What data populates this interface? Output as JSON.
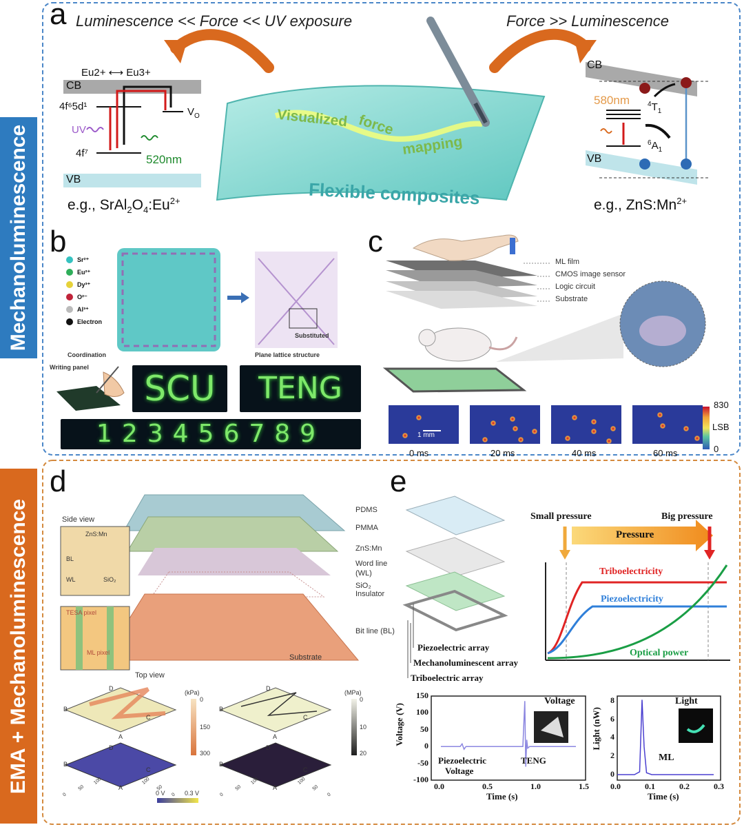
{
  "sidebars": {
    "top": "Mechanoluminescence",
    "bottom": "EMA + Mechanoluminescence"
  },
  "colors": {
    "top_sidebar": "#2e7bbf",
    "bottom_sidebar": "#d9691e",
    "top_border": "#4a86c8",
    "bottom_border": "#d48a3e",
    "arrow_orange": "#d9691e",
    "film_teal": "#8fdcd6"
  },
  "panel_a": {
    "letter": "a",
    "left_title": "Luminescence << Force << UV exposure",
    "right_title": "Force >> Luminescence",
    "film_text_1": "Visualized",
    "film_text_2": "force",
    "film_text_3": "mapping",
    "film_label": "Flexible composites",
    "left": {
      "eu_label": "Eu2+ ⟷ Eu3+",
      "cb": "CB",
      "vb": "VB",
      "state_5d": "4f⁶5d¹",
      "state_4f": "4f⁷",
      "vo": "V",
      "vo_sub": "O",
      "uv": "UV",
      "wavelength": "520nm",
      "example_prefix": "e.g., SrAl",
      "example_rest": "O",
      "example_end": ":Eu",
      "example_sup": "2+",
      "sub2": "2",
      "sub4": "4"
    },
    "right": {
      "cb": "CB",
      "vb": "VB",
      "wavelength": "580nm",
      "t1": "T",
      "t1_sup": "4",
      "t1_sub": "1",
      "a1": "A",
      "a1_sup": "6",
      "a1_sub": "1",
      "example": "e.g., ZnS:Mn",
      "example_sup": "2+"
    }
  },
  "panel_b": {
    "letter": "b",
    "legend": [
      "Sr²⁺",
      "Eu²⁺",
      "Dy³⁺",
      "O²⁻",
      "Al³⁺",
      "Electron"
    ],
    "legend_colors": [
      "#36c2c0",
      "#2fae5a",
      "#e6d23a",
      "#c0243a",
      "#bbbbbb",
      "#111111"
    ],
    "coordination": "Coordination",
    "substituted": "Substituted",
    "plane_lattice": "Plane lattice structure",
    "writing_panel": "Writing panel",
    "word1": "SCU",
    "word2": "TENG",
    "digits": "123456789"
  },
  "panel_c": {
    "letter": "c",
    "layers": [
      "ML film",
      "CMOS image sensor",
      "Logic circuit",
      "Substrate"
    ],
    "colorbar_max": "830",
    "colorbar_unit": "LSB",
    "colorbar_min": "0",
    "scalebar": "1 mm",
    "frames": [
      "0 ms",
      "20 ms",
      "40 ms",
      "60 ms"
    ]
  },
  "panel_d": {
    "letter": "d",
    "layers": [
      "PDMS",
      "PMMA",
      "ZnS:Mn",
      "Word line",
      "(WL)",
      "SiO₂",
      "Insulator",
      "Bit line (BL)",
      "Substrate"
    ],
    "side_view": "Side view",
    "side_labels": [
      "ZnS:Mn",
      "BL",
      "WL",
      "SiO₂"
    ],
    "top_view": "Top view",
    "tesa_pixel": "TESA pixel",
    "ml_pixel": "ML pixel",
    "left_unit": "(kPa)",
    "left_ticks": [
      "0",
      "150",
      "300"
    ],
    "right_unit": "(MPa)",
    "right_ticks": [
      "0",
      "10",
      "20"
    ],
    "voltage_min": "0 V",
    "voltage_max": "0.3 V",
    "corner_labels": [
      "A",
      "B",
      "C",
      "D"
    ],
    "axis_ticks": [
      "0",
      "50",
      "100"
    ]
  },
  "panel_e": {
    "letter": "e",
    "arrays": [
      "Piezoelectric array",
      "Mechanoluminescent array",
      "Triboelectric array"
    ],
    "small_pressure": "Small pressure",
    "big_pressure": "Big pressure",
    "pressure": "Pressure",
    "curves": [
      "Triboelectricity",
      "Piezoelectricity",
      "Optical power"
    ]
  },
  "chart_data": [
    {
      "type": "line",
      "title": "",
      "xlabel": "Time (s)",
      "ylabel": "Voltage (V)",
      "xlim": [
        -0.1,
        1.5
      ],
      "ylim": [
        -100,
        150
      ],
      "xticks": [
        "0.0",
        "0.5",
        "1.0",
        "1.5"
      ],
      "yticks": [
        "150",
        "100",
        "50",
        "0",
        "-50",
        "-100"
      ],
      "legend": "Voltage",
      "annotations": [
        "Piezoelectric",
        "Voltage",
        "TENG"
      ],
      "series": [
        {
          "name": "Voltage",
          "x": [
            0.0,
            0.2,
            0.22,
            0.24,
            0.26,
            0.3,
            0.85,
            0.87,
            0.88,
            0.89,
            0.9,
            0.92,
            1.0,
            1.4
          ],
          "y": [
            0,
            0,
            8,
            -8,
            0,
            0,
            0,
            135,
            -60,
            20,
            -5,
            0,
            0,
            0
          ]
        }
      ]
    },
    {
      "type": "line",
      "title": "",
      "xlabel": "Time (s)",
      "ylabel": "Light (nW)",
      "xlim": [
        0.0,
        0.3
      ],
      "ylim": [
        -0.6,
        8.5
      ],
      "xticks": [
        "0.0",
        "0.1",
        "0.2",
        "0.3"
      ],
      "yticks": [
        "8",
        "6",
        "4",
        "2",
        "0"
      ],
      "legend": "Light",
      "annotations": [
        "ML"
      ],
      "series": [
        {
          "name": "Light",
          "x": [
            0.0,
            0.05,
            0.065,
            0.072,
            0.078,
            0.085,
            0.1,
            0.2,
            0.28
          ],
          "y": [
            0,
            0,
            0.3,
            8.1,
            3.0,
            0.2,
            0,
            0,
            0
          ]
        }
      ]
    },
    {
      "type": "heatmap",
      "title": "",
      "colorbar_label": "LSB",
      "range": [
        0,
        830
      ],
      "frames": [
        "0 ms",
        "20 ms",
        "40 ms",
        "60 ms"
      ],
      "spots_per_frame": [
        2,
        6,
        6,
        4
      ]
    }
  ]
}
